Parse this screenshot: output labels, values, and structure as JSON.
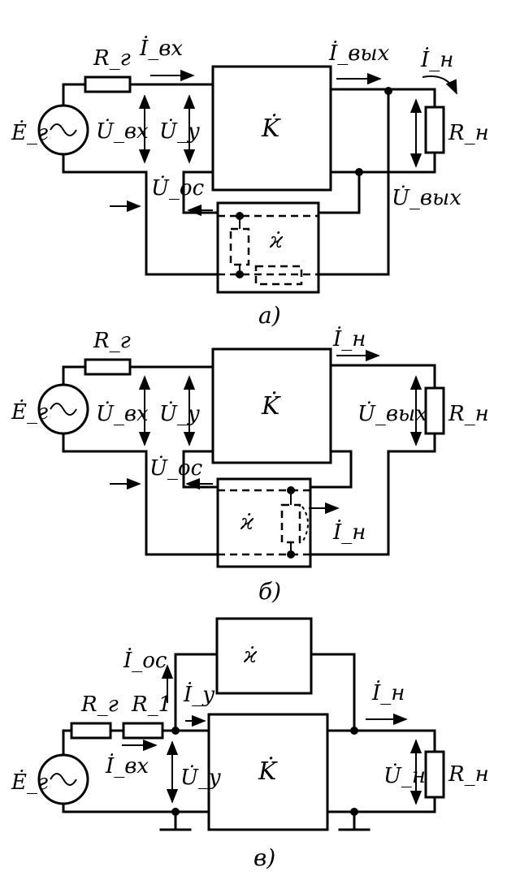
{
  "diagram_a": {
    "caption": "а)",
    "source_emf": "Ė_г",
    "source_resistor": "R_г",
    "input_current": "İ_вх",
    "input_voltage": "U̇_вх",
    "control_voltage": "U̇_у",
    "feedback_voltage": "U̇_ос",
    "amplifier": "K̇",
    "output_current": "İ_вых",
    "load_current": "İ_н",
    "load_resistor": "R_н",
    "output_voltage": "U̇_вых",
    "feedback_block": "ϰ̇"
  },
  "diagram_b": {
    "caption": "б)",
    "source_emf": "Ė_г",
    "source_resistor": "R_г",
    "input_voltage": "U̇_вх",
    "control_voltage": "U̇_у",
    "feedback_voltage": "U̇_ос",
    "amplifier": "K̇",
    "load_current": "İ_н",
    "load_resistor": "R_н",
    "output_voltage": "U̇_вых",
    "feedback_block": "ϰ̇",
    "feedback_current": "İ_н"
  },
  "diagram_c": {
    "caption": "в)",
    "source_emf": "Ė_г",
    "source_resistor": "R_г",
    "series_resistor": "R_1",
    "input_current": "İ_вх",
    "feedback_current": "İ_ос",
    "control_current": "İ_у",
    "control_voltage": "U̇_у",
    "amplifier": "K̇",
    "feedback_block": "ϰ̇",
    "load_current": "İ_н",
    "load_voltage": "U̇_н",
    "load_resistor": "R_н"
  }
}
